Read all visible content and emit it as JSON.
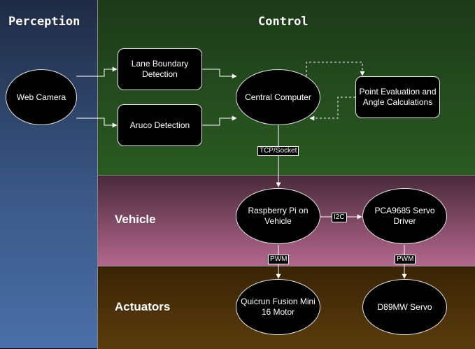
{
  "lanes": {
    "perception": "Perception",
    "control": "Control",
    "vehicle": "Vehicle",
    "actuators": "Actuators"
  },
  "nodes": {
    "web_camera": "Web Camera",
    "lane_boundary": "Lane Boundary Detection",
    "aruco": "Aruco Detection",
    "central_computer": "Central Computer",
    "point_evaluation": "Point Evaluation and Angle Calculations",
    "raspberry_pi": "Raspberry Pi on Vehicle",
    "pca9685": "PCA9685 Servo Driver",
    "quicrun": "Quicrun Fusion Mini 16 Motor",
    "servo": "D89MW Servo"
  },
  "edge_labels": {
    "tcp": "TCP/Socket",
    "i2c": "I2C",
    "pwm_motor": "PWM",
    "pwm_servo": "PWM"
  },
  "colors": {
    "perception_lane": "#3a5785",
    "control_lane": "#2a5a22",
    "vehicle_lane": "#b5688e",
    "actuators_lane": "#5a3c0c",
    "node_fill": "#000000",
    "node_text": "#ffffff"
  }
}
